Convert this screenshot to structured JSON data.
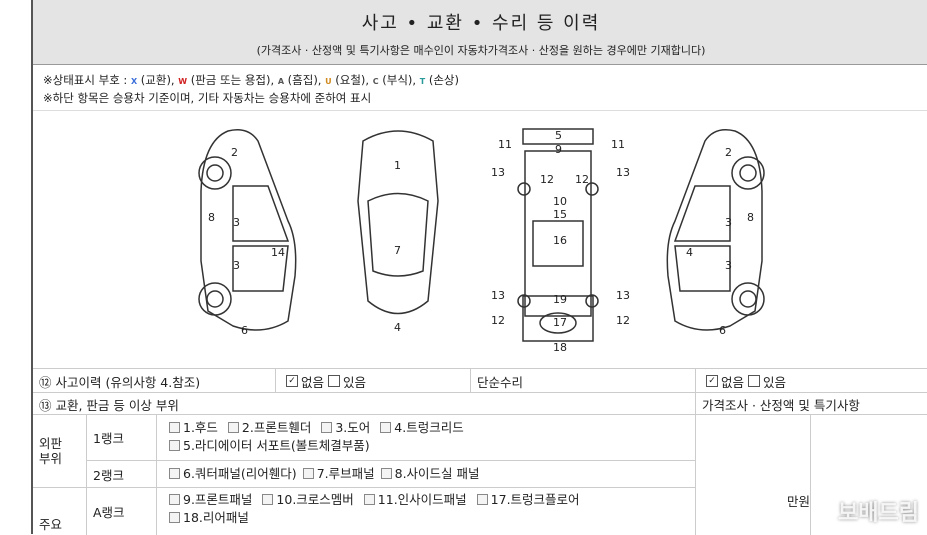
{
  "header": {
    "title": "사고 • 교환 • 수리 등 이력",
    "subtitle": "(가격조사 · 산정액 및 특기사항은 매수인이 자동차가격조사 · 산정을 원하는 경우에만 기재합니다)"
  },
  "legend": {
    "prefix": "※상태표시 부호 : ",
    "symbols": [
      {
        "code": "X",
        "label": " (교환), ",
        "color": "#3a6fd8"
      },
      {
        "code": "W",
        "label": " (판금 또는 용접), ",
        "color": "#d02020"
      },
      {
        "code": "A",
        "label": " (흠집), ",
        "color": "#555555"
      },
      {
        "code": "U",
        "label": " (요철), ",
        "color": "#d08a20"
      },
      {
        "code": "C",
        "label": " (부식), ",
        "color": "#555555"
      },
      {
        "code": "T",
        "label": " (손상)",
        "color": "#2a9a9a"
      }
    ],
    "note": "※하단 항목은 승용차 기준이며, 기타 자동차는 승용차에 준하여 표시"
  },
  "diagram_labels": {
    "left_side": [
      "2",
      "3",
      "3",
      "8",
      "14",
      "6"
    ],
    "front": [
      "1",
      "7",
      "4"
    ],
    "frame": [
      "5",
      "9",
      "11",
      "11",
      "13",
      "13",
      "12",
      "12",
      "10",
      "15",
      "16",
      "13",
      "13",
      "19",
      "12",
      "12",
      "17",
      "18"
    ],
    "right_side": [
      "2",
      "3",
      "3",
      "8",
      "4",
      "6"
    ]
  },
  "accident": {
    "label": "⑫ 사고이력 (유의사항 4.참조)",
    "none": "없음",
    "exists": "있음",
    "none_checked": true,
    "simple_label": "단순수리",
    "simple_none": "없음",
    "simple_exists": "있음",
    "simple_none_checked": true
  },
  "parts": {
    "label": "⑬ 교환, 판금 등 이상 부위",
    "price_label": "가격조사 · 산정액 및 특기사항",
    "outer": "외판\n부위",
    "rank1": "1랭크",
    "rank1_items": [
      "1.후드",
      "2.프론트휀더",
      "3.도어",
      "4.트렁크리드",
      "5.라디에이터 서포트(볼트체결부품)"
    ],
    "rank2": "2랭크",
    "rank2_items": [
      "6.쿼터패널(리어휀다)",
      "7.루브패널",
      "8.사이드실 패널"
    ],
    "main": "주요",
    "rankA": "A랭크",
    "rankA_items": [
      "9.프론트패널",
      "10.크로스멤버",
      "11.인사이드패널",
      "17.트렁크플로어",
      "18.리어패널"
    ],
    "unit": "만원"
  },
  "watermark": "보배드림"
}
